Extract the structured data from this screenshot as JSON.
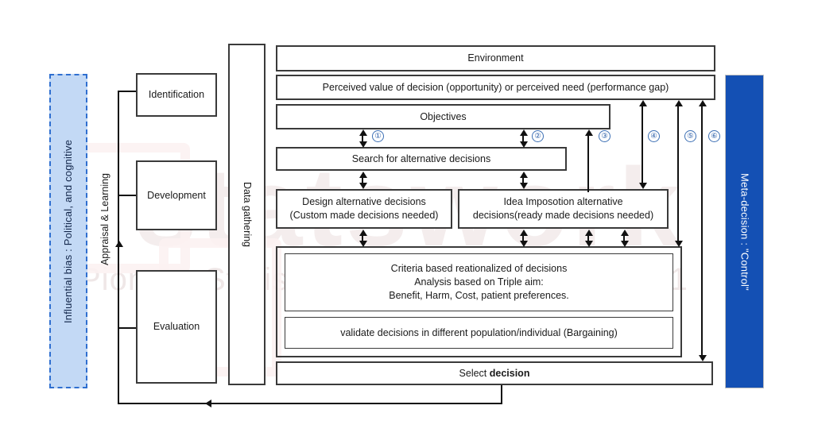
{
  "diagram": {
    "left_panel": {
      "influential_bias": "Influential bias : Political, and cognitive",
      "appraisal_label": "Appraisal & Learning",
      "stages": [
        {
          "label": "Identification"
        },
        {
          "label": "Development"
        },
        {
          "label": "Evaluation"
        }
      ],
      "data_gathering": "Data gathering"
    },
    "right_panel": {
      "meta_decision": "Meta-decision : \"Control\""
    },
    "core_boxes": {
      "environment": "Environment",
      "perceived_value": "Perceived value of decision (opportunity) or perceived need (performance gap)",
      "objectives": "Objectives",
      "search": "Search for alternative decisions",
      "design_alternative_line1": "Design alternative decisions",
      "design_alternative_line2": "(Custom made decisions needed)",
      "idea_imposition_line1": "Idea Imposotion alternative",
      "idea_imposition_line2": "decisions(ready made decisions needed)",
      "criteria_line1": "Criteria based reationalized of decisions",
      "criteria_line2": "Analysis based on Triple aim:",
      "criteria_line3": "Benefit, Harm, Cost, patient preferences.",
      "validate": "validate decisions in different population/individual (Bargaining)",
      "select_prefix": "Select ",
      "select_strong": "decision"
    },
    "step_markers": [
      {
        "n": "①"
      },
      {
        "n": "②"
      },
      {
        "n": "③"
      },
      {
        "n": "④"
      },
      {
        "n": "⑤"
      },
      {
        "n": "⑥"
      }
    ],
    "watermark": {
      "line": "Pioneer Statistical Consulting since 2001",
      "brand": "statswork"
    },
    "colors": {
      "meta_blue": "#1450b4",
      "bias_fill": "#c3d9f5",
      "bias_border": "#2f6fd0",
      "marker_blue": "#2b5ea8",
      "stroke": "#3a3a3a"
    }
  }
}
